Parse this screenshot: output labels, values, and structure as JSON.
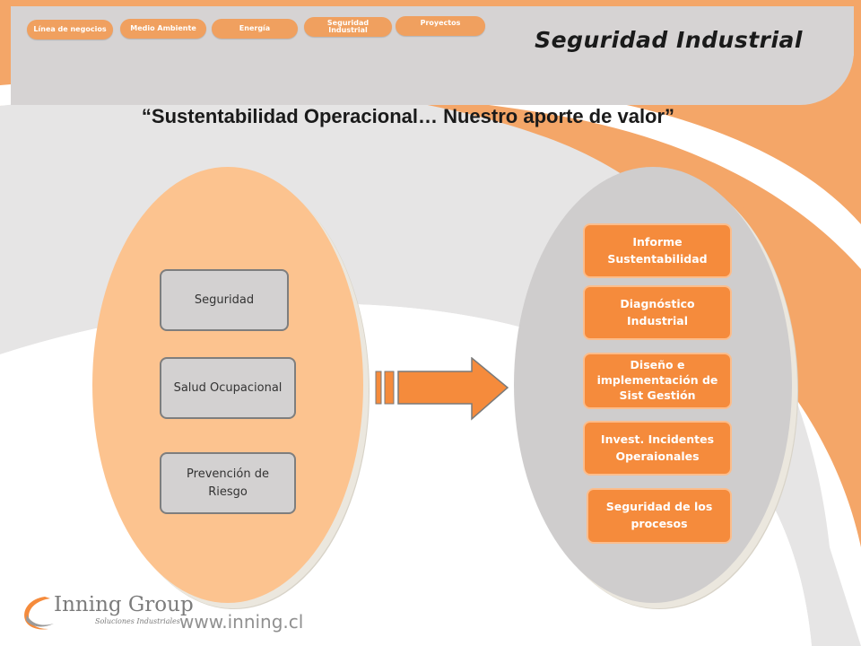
{
  "nav": {
    "items": [
      {
        "label": "Línea de negocios"
      },
      {
        "label": "Medio Ambiente"
      },
      {
        "label": "Energía"
      },
      {
        "label_line1": "Seguridad",
        "label_line2": "Industrial"
      },
      {
        "label": "Proyectos"
      }
    ]
  },
  "header": {
    "title": "Seguridad Industrial",
    "tagline": "“Sustentabilidad Operacional… Nuestro aporte de valor”"
  },
  "left_items": [
    {
      "label": "Seguridad"
    },
    {
      "label": "Salud Ocupacional"
    },
    {
      "line1": "Prevención de",
      "line2": "Riesgo"
    }
  ],
  "right_items": [
    {
      "line1": "Informe",
      "line2": "Sustentabilidad"
    },
    {
      "line1": "Diagnóstico",
      "line2": "Industrial"
    },
    {
      "line1": "Diseño e",
      "line2": "implementación de",
      "line3": "Sist Gestión"
    },
    {
      "line1": "Invest. Incidentes",
      "line2": "Operaionales"
    },
    {
      "line1": "Seguridad de los",
      "line2": "procesos"
    }
  ],
  "footer": {
    "logo_name": "Inning Group",
    "logo_sub": "Soluciones Industriales",
    "url": "www.inning.cl"
  },
  "colors": {
    "accent_orange": "#f58b3c",
    "light_orange": "#fcc38f",
    "gray": "#cfcdcd",
    "background_band": "#e6e5e5"
  },
  "icons": {
    "arrow": "right-arrow-icon",
    "logo": "swoosh-logo-icon"
  }
}
